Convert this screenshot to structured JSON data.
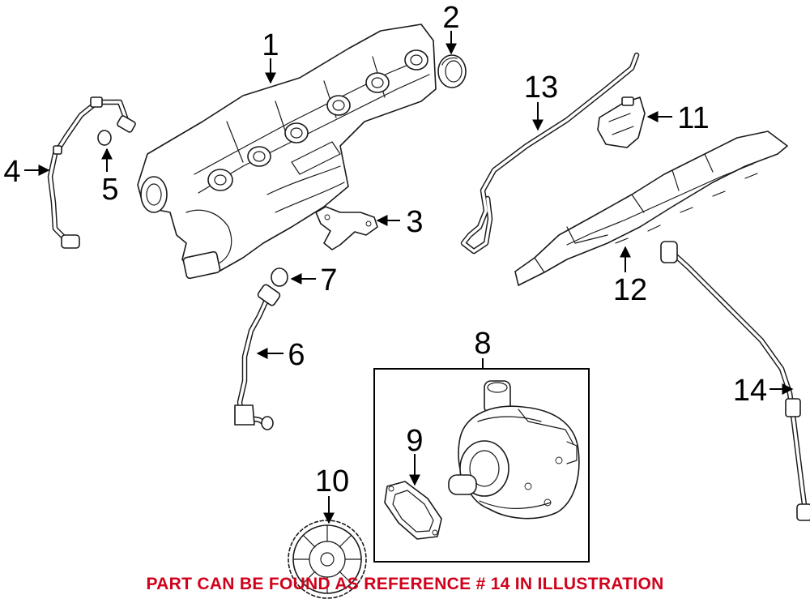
{
  "diagram": {
    "callouts": [
      {
        "id": "1",
        "label": "1"
      },
      {
        "id": "2",
        "label": "2"
      },
      {
        "id": "3",
        "label": "3"
      },
      {
        "id": "4",
        "label": "4"
      },
      {
        "id": "5",
        "label": "5"
      },
      {
        "id": "6",
        "label": "6"
      },
      {
        "id": "7",
        "label": "7"
      },
      {
        "id": "8",
        "label": "8"
      },
      {
        "id": "9",
        "label": "9"
      },
      {
        "id": "10",
        "label": "10"
      },
      {
        "id": "11",
        "label": "11"
      },
      {
        "id": "12",
        "label": "12"
      },
      {
        "id": "13",
        "label": "13"
      },
      {
        "id": "14",
        "label": "14"
      }
    ],
    "footer_note": "PART CAN BE FOUND AS REFERENCE # 14 IN ILLUSTRATION",
    "colors": {
      "line_art": "#1a1a1a",
      "footer_text": "#d0021b"
    }
  }
}
